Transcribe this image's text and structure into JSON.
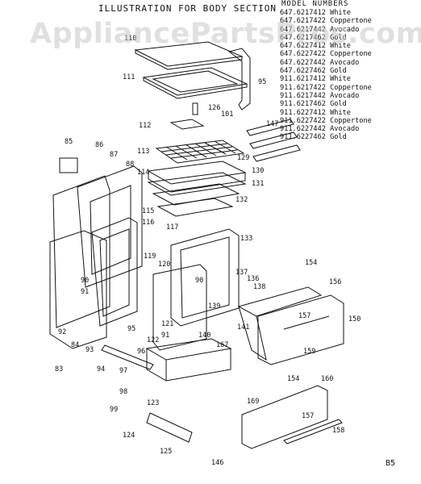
{
  "title": "ILLUSTRATION FOR BODY SECTION",
  "model_header": "MODEL NUMBERS",
  "models": [
    "647.6217412 White",
    "647.6217422 Coppertone",
    "647.6217442 Avocado",
    "647.6217462 Gold",
    "647.6227412 White",
    "647.6227422 Coppertone",
    "647.6227442 Avocado",
    "647.6227462 Gold",
    "911.6217412 White",
    "911.6217422 Coppertone",
    "911.6217442 Avocado",
    "911.6217462 Gold",
    "911.6227412 White",
    "911.6227422 Coppertone",
    "911.6227442 Avocado",
    "911.6227462 Gold"
  ],
  "watermark": "AppliancePartsPros.com",
  "page_code": "B5",
  "callouts": [
    "110",
    "111",
    "95",
    "126",
    "101",
    "112",
    "113",
    "129",
    "147",
    "130",
    "131",
    "132",
    "85",
    "86",
    "87",
    "88",
    "114",
    "115",
    "116",
    "117",
    "133",
    "137",
    "119",
    "120",
    "90",
    "139",
    "154",
    "136",
    "138",
    "156",
    "157",
    "150",
    "90",
    "91",
    "92",
    "93",
    "95",
    "121",
    "141",
    "122",
    "91",
    "140",
    "167",
    "84",
    "83",
    "94",
    "96",
    "97",
    "159",
    "98",
    "154",
    "160",
    "169",
    "99",
    "123",
    "157",
    "124",
    "125",
    "146",
    "158"
  ]
}
